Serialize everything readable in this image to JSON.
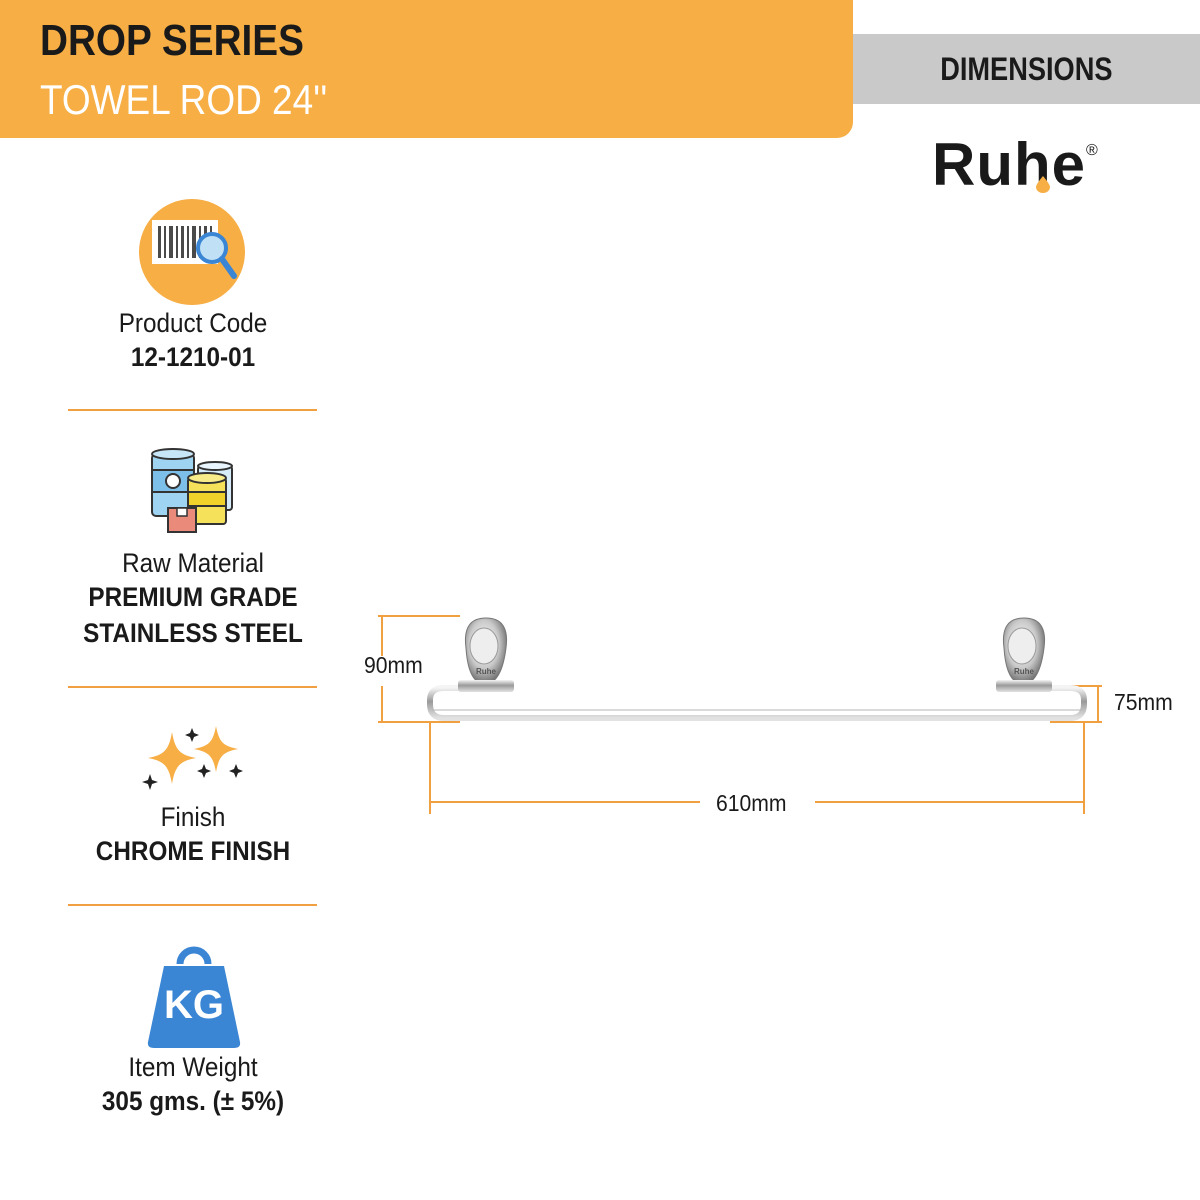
{
  "header": {
    "series": "DROP SERIES",
    "product": "TOWEL ROD 24''",
    "section": "DIMENSIONS",
    "brand": "Ruhe",
    "brand_mark": "®"
  },
  "specs": [
    {
      "icon": "barcode-search-icon",
      "label": "Product Code",
      "value": [
        "12-1210-01"
      ]
    },
    {
      "icon": "raw-material-icon",
      "label": "Raw Material",
      "value": [
        "PREMIUM GRADE",
        "STAINLESS STEEL"
      ]
    },
    {
      "icon": "sparkle-icon",
      "label": "Finish",
      "value": [
        "CHROME FINISH"
      ]
    },
    {
      "icon": "weight-kg-icon",
      "label": "Item Weight",
      "value": [
        "305 gms. (± 5%)"
      ],
      "icon_text": "KG"
    }
  ],
  "dimensions": {
    "height": "90mm",
    "projection": "75mm",
    "length": "610mm",
    "bracket_engraving": "Ruhe"
  },
  "colors": {
    "header_band": "#f6ae45",
    "section_band": "#c9c9c9",
    "accent_line": "#f0a040",
    "dimension_line": "#f0a040",
    "weight_icon": "#3a86d4"
  }
}
